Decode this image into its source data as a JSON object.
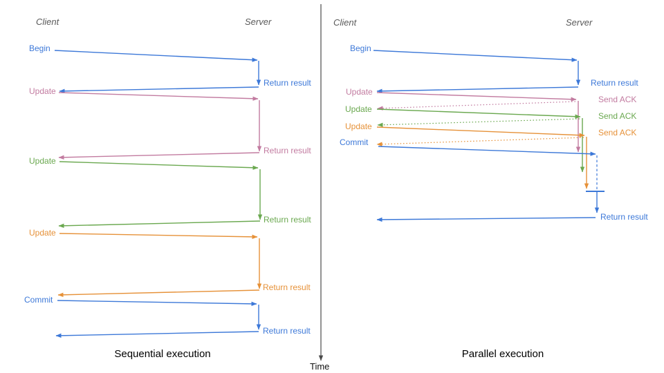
{
  "colors": {
    "blue": "#3c78d8",
    "pink": "#c27ba0",
    "green": "#6aa84f",
    "orange": "#e69138",
    "header_gray": "#595959",
    "axis": "#4a4a4a",
    "caption": "#000000"
  },
  "time_axis": {
    "label": "Time"
  },
  "sequential": {
    "caption": "Sequential execution",
    "headers": {
      "client": "Client",
      "server": "Server"
    },
    "messages": [
      {
        "request": "Begin",
        "response": "Return result",
        "color": "blue"
      },
      {
        "request": "Update",
        "response": "Return result",
        "color": "pink"
      },
      {
        "request": "Update",
        "response": "Return result",
        "color": "green"
      },
      {
        "request": "Update",
        "response": "Return result",
        "color": "orange"
      },
      {
        "request": "Commit",
        "response": "Return result",
        "color": "blue"
      }
    ]
  },
  "parallel": {
    "caption": "Parallel execution",
    "headers": {
      "client": "Client",
      "server": "Server"
    },
    "messages": [
      {
        "request": "Begin",
        "response": "Return result",
        "color": "blue"
      },
      {
        "request": "Update",
        "response": "Send ACK",
        "color": "pink"
      },
      {
        "request": "Update",
        "response": "Send ACK",
        "color": "green"
      },
      {
        "request": "Update",
        "response": "Send ACK",
        "color": "orange"
      },
      {
        "request": "Commit",
        "response": "Return result",
        "color": "blue"
      }
    ]
  }
}
